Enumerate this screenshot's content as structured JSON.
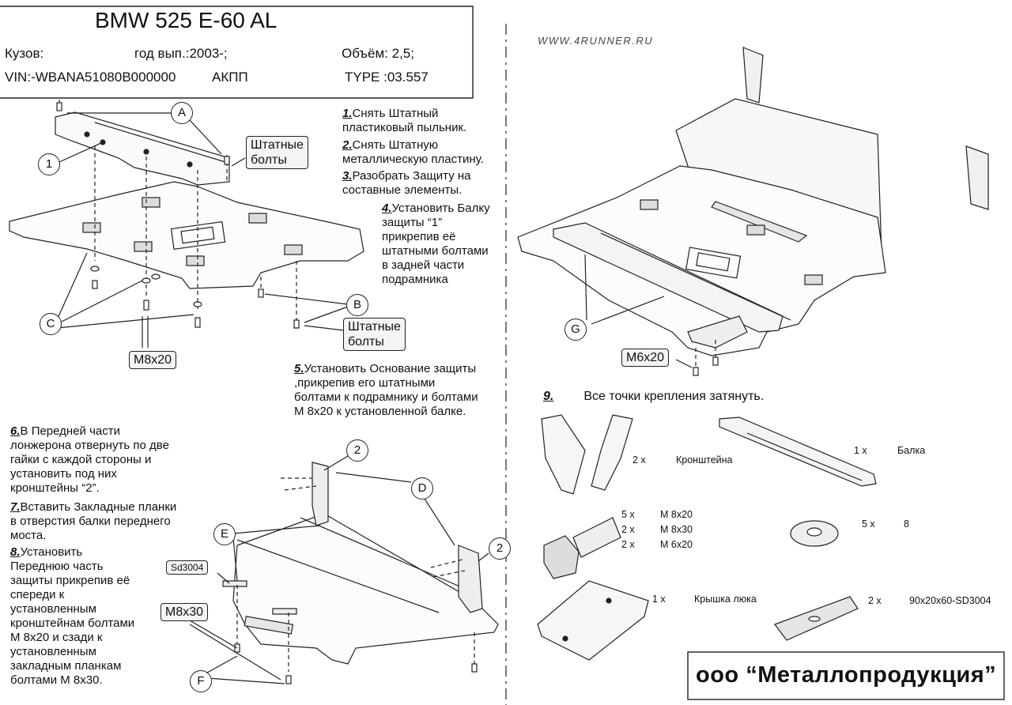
{
  "header": {
    "model": "BMW    525  E-60 AL",
    "body_label": "Кузов:",
    "year": "год вып.:2003-;",
    "volume": "Объём: 2,5;",
    "vin": "VIN:-WBANA51080B000000",
    "transmission": "АКПП",
    "type": "TYPE :03.557"
  },
  "website": "WWW.4RUNNER.RU",
  "steps": [
    {
      "num": "1.",
      "text": [
        "Снять Штатный",
        "пластиковый пыльник."
      ]
    },
    {
      "num": "2.",
      "text": [
        "Снять Штатную",
        "металлическую пластину."
      ]
    },
    {
      "num": "3.",
      "text": [
        "Разобрать Защиту на",
        "составные элементы."
      ]
    },
    {
      "num": "4.",
      "text": [
        "Установить Балку",
        "защиты “1”",
        "прикрепив её",
        "штатными болтами",
        "в задней части",
        "подрамника"
      ]
    },
    {
      "num": "5.",
      "text": [
        "Установить Основание защиты",
        ",прикрепив его штатными",
        "болтами к подрамнику и болтами",
        "М 8х20 к установленной балке."
      ]
    },
    {
      "num": "6.",
      "text": [
        "В Передней части",
        "лонжерона отвернуть по две",
        "гайки с каждой стороны и",
        "установить под них",
        "кронштейны “2”."
      ]
    },
    {
      "num": "7.",
      "text": [
        "Вставить Закладные планки",
        "в отверстия балки переднего",
        "моста."
      ]
    },
    {
      "num": "8.",
      "text": [
        "Установить",
        "Переднюю часть",
        "защиты прикрепив её",
        "спереди к",
        "установленным",
        "кронштейнам болтами",
        "М 8х20 и сзади к",
        "установленным",
        "закладным планкам",
        "болтами М 8х30."
      ]
    },
    {
      "num": "9.",
      "text": [
        "Все точки крепления затянуть."
      ]
    }
  ],
  "callouts": {
    "A": "A",
    "B": "B",
    "C": "C",
    "D": "D",
    "E": "E",
    "F": "F",
    "G": "G",
    "one": "1",
    "two_top": "2",
    "two_right": "2"
  },
  "bolt_labels": {
    "std_top": [
      "Штатные",
      "болты"
    ],
    "std_bottom": [
      "Штатные",
      "болты"
    ],
    "m8x20": "M8x20",
    "m6x20": "M6x20",
    "m8x30": "M8x30",
    "sd3004": "Sd3004"
  },
  "parts": {
    "bracket": {
      "qty": "2 x",
      "name": "Кронштейна"
    },
    "beam": {
      "qty": "1 x",
      "name": "Балка"
    },
    "bolts": [
      {
        "qty": "5 x",
        "name": "M 8x20"
      },
      {
        "qty": "2 x",
        "name": "M 8x30"
      },
      {
        "qty": "2 x",
        "name": "M 6x20"
      }
    ],
    "washer": {
      "qty": "5 x",
      "name": "8"
    },
    "hatch": {
      "qty": "1 x",
      "name": "Крышка люка"
    },
    "plank": {
      "qty": "2 x",
      "name": "90x20x60-SD3004"
    }
  },
  "company": "ооо  “Металлопродукция”"
}
